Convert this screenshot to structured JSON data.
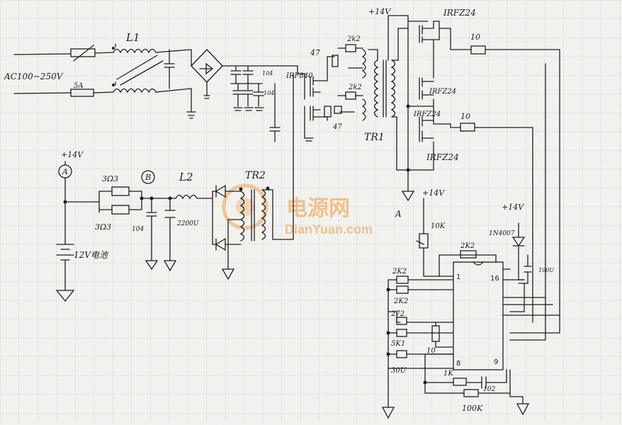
{
  "labels": {
    "ac_input": "AC100~250V",
    "fuse": "5A",
    "inductor1": "L1",
    "inductor2": "L2",
    "node_a": "A",
    "node_b": "B",
    "transformer1": "TR1",
    "transformer2": "TR2",
    "battery": "12V电池",
    "supply_top": "+14V",
    "supply_a": "+14V",
    "supply_right": "+14V",
    "supply_left": "+14V",
    "mosfet_left": "IRF840",
    "mosfet_q1": "IRFZ24",
    "mosfet_q2": "IRFZ24",
    "mosfet_q3": "IRFZ24",
    "mosfet_q4": "IRFZ24",
    "res_47_top": "47",
    "res_47_bottom": "47",
    "res_2k2_top": "2k2",
    "res_2k2_bottom": "2k2",
    "res_10_top": "10",
    "res_10_bottom": "10",
    "res_3r3_top": "3Ω3",
    "res_3r3_bottom": "3Ω3",
    "cap_104_b": "104",
    "cap_2200u": "2200U",
    "cap_104_pfc1": "104",
    "cap_104_pfc2": "104",
    "res_10k": "10K",
    "res_2k2_ic_top": "2K2",
    "res_2k2_ic_1": "2K2",
    "res_2k2_ic_2": "2K2",
    "cap_272": "272",
    "res_5k1": "5K1",
    "cap_30u": "30U",
    "res_10_ic": "10",
    "res_1k": "1K",
    "cap_102": "102",
    "res_100k": "100K",
    "cap_100u": "100U",
    "zener_1n": "1N4007",
    "pin_1": "1",
    "pin_16": "16",
    "pin_8": "8",
    "pin_9": "9"
  },
  "watermark": {
    "cn": "电源网",
    "en": "DianYuan.com"
  },
  "colors": {
    "paper": "#f1f1ee",
    "grid": "#c9cfd6",
    "ink": "#1e1e1e",
    "watermark": "#f0a050"
  }
}
